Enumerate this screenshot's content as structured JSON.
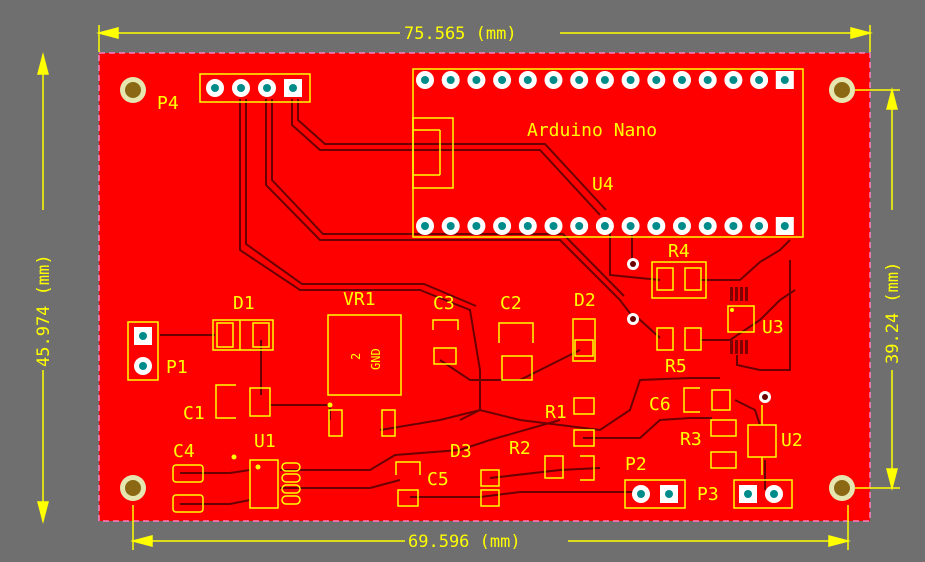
{
  "colors": {
    "background": "#6f6f6f",
    "board": "#ff0000",
    "silkscreen": "#ffff00",
    "trace": "#8b0000",
    "pad": "#ffffff",
    "drill": "#008b8b",
    "mount_hole": "#8b6914"
  },
  "dimensions": {
    "top_width": "75.565 (mm)",
    "bottom_width": "69.596 (mm)",
    "left_height": "45.974 (mm)",
    "right_height": "39.24 (mm)"
  },
  "labels": {
    "arduino": "Arduino Nano",
    "u4": "U4",
    "p4": "P4",
    "r4": "R4",
    "u3": "U3",
    "r5": "R5",
    "d1": "D1",
    "vr1": "VR1",
    "vr1_pin": "2",
    "vr1_gnd": "GND",
    "c3": "C3",
    "c2": "C2",
    "d2": "D2",
    "p1": "P1",
    "c1": "C1",
    "r1": "R1",
    "c6": "C6",
    "r3": "R3",
    "u2": "U2",
    "c4": "C4",
    "u1": "U1",
    "d3": "D3",
    "r2": "R2",
    "p2": "P2",
    "c5": "C5",
    "p3": "P3"
  }
}
